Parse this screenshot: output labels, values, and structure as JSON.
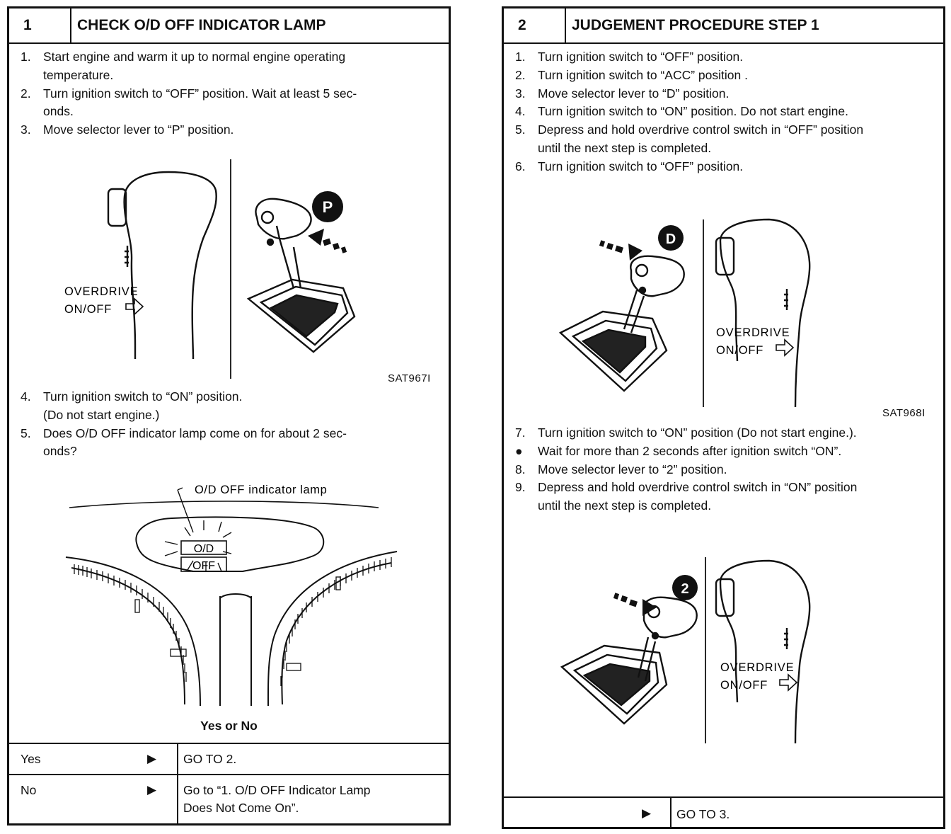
{
  "panel1": {
    "number": "1",
    "title": "CHECK O/D OFF INDICATOR LAMP",
    "steps_a": [
      {
        "n": "1.",
        "lines": [
          "Start engine and warm it up to normal engine operating",
          "temperature."
        ]
      },
      {
        "n": "2.",
        "lines": [
          "Turn ignition switch to “OFF” position. Wait at least 5 sec-",
          "onds."
        ]
      },
      {
        "n": "3.",
        "lines": [
          "Move selector lever to “P” position."
        ]
      }
    ],
    "figure1": {
      "label_line1": "OVERDRIVE",
      "label_line2": "ON/OFF",
      "position_badge": "P",
      "code": "SAT967I"
    },
    "steps_b": [
      {
        "n": "4.",
        "lines": [
          "Turn ignition switch to “ON” position.",
          "(Do not start engine.)"
        ]
      },
      {
        "n": "5.",
        "lines": [
          "Does O/D OFF indicator lamp come on for about 2 sec-",
          "onds?"
        ]
      }
    ],
    "figure2": {
      "callout": "O/D OFF indicator lamp",
      "lamp_top": "O/D",
      "lamp_bottom": "OFF"
    },
    "question": "Yes or No",
    "answers": [
      {
        "label": "Yes",
        "arrow": "▶",
        "lines": [
          "GO TO 2."
        ]
      },
      {
        "label": "No",
        "arrow": "▶",
        "lines": [
          "Go to “1. O/D OFF Indicator Lamp",
          "Does Not Come On”."
        ]
      }
    ]
  },
  "panel2": {
    "number": "2",
    "title": "JUDGEMENT PROCEDURE STEP 1",
    "steps_a": [
      {
        "n": "1.",
        "lines": [
          "Turn ignition switch to “OFF” position."
        ]
      },
      {
        "n": "2.",
        "lines": [
          "Turn ignition switch to “ACC” position ."
        ]
      },
      {
        "n": "3.",
        "lines": [
          "Move selector lever to “D” position."
        ]
      },
      {
        "n": "4.",
        "lines": [
          "Turn ignition switch to “ON” position. Do not start engine."
        ]
      },
      {
        "n": "5.",
        "lines": [
          "Depress and hold overdrive control switch in “OFF” position",
          "until the next step is completed."
        ]
      },
      {
        "n": "6.",
        "lines": [
          "Turn ignition switch to “OFF” position."
        ]
      }
    ],
    "figure1": {
      "label_line1": "OVERDRIVE",
      "label_line2": "ON/OFF",
      "position_badge": "D",
      "code": "SAT968I"
    },
    "steps_b": [
      {
        "n": "7.",
        "lines": [
          "Turn ignition switch to “ON” position (Do not start engine.)."
        ]
      },
      {
        "n": "●",
        "lines": [
          "Wait for more than 2 seconds after ignition switch “ON”."
        ]
      },
      {
        "n": "8.",
        "lines": [
          "Move selector lever to “2” position."
        ]
      },
      {
        "n": "9.",
        "lines": [
          "Depress and hold overdrive control switch in “ON” position",
          "until the next step is completed."
        ]
      }
    ],
    "figure2": {
      "label_line1": "OVERDRIVE",
      "label_line2": "ON/OFF",
      "position_badge": "2"
    },
    "footer": {
      "arrow": "▶",
      "text": "GO TO 3."
    }
  }
}
